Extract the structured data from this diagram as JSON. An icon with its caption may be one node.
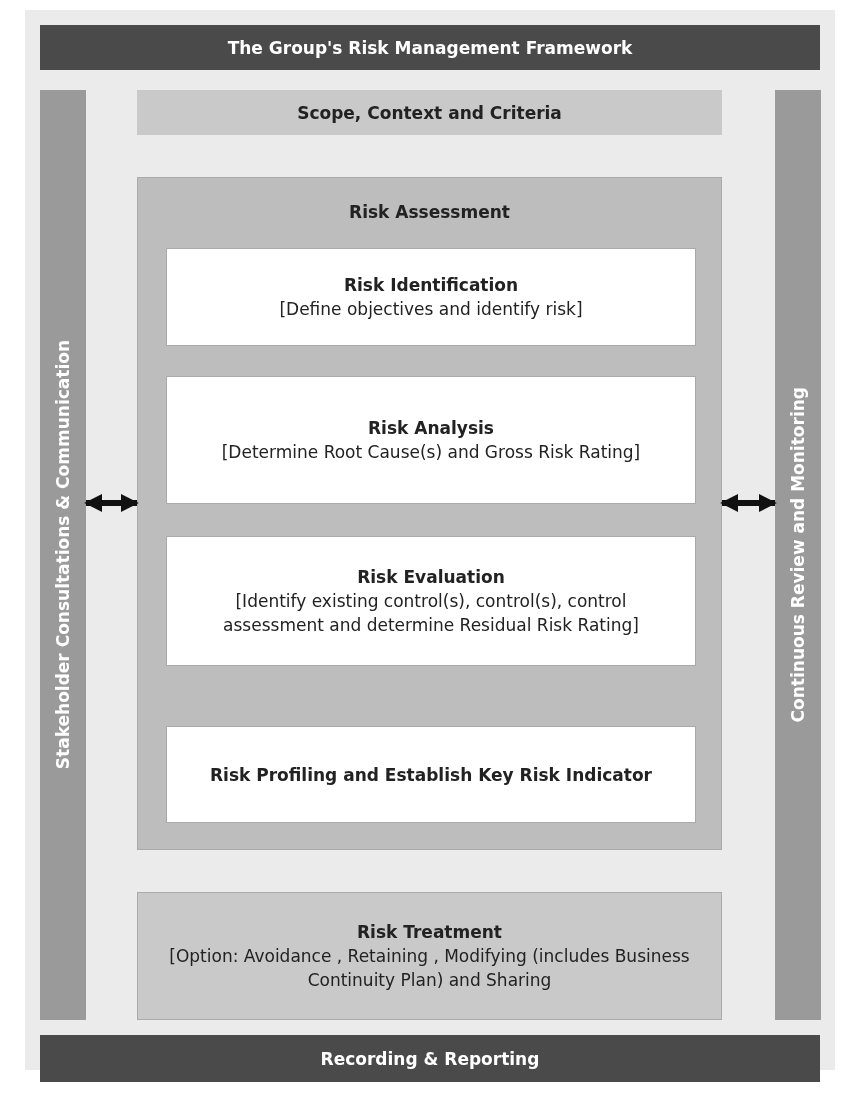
{
  "diagram": {
    "nodes": [
      {
        "text": [
          "The Group's Risk Management Framework"
        ]
      },
      {
        "text": [
          "Stakeholder Consultations & Communication"
        ]
      },
      {
        "text": [
          "Scope, Context and Criteria"
        ]
      },
      {
        "text": [
          "Risk Assessment"
        ]
      },
      {
        "text": [
          "Risk Identification",
          "[Define objectives and identify risk]"
        ],
        "in": 3
      },
      {
        "text": [
          "Risk Analysis",
          "[Determine Root Cause(s) and Gross Risk Rating]"
        ],
        "in": 3
      },
      {
        "text": [
          "Risk Evaluation",
          "[Identify existing control(s), control(s), control assessment and determine Residual Risk Rating]"
        ],
        "in": 3
      },
      {
        "text": [
          "Risk Profiling and Establish Key Risk Indicator"
        ],
        "in": 3
      },
      {
        "text": [
          "Risk Treatment",
          "[Option: Avoidance , Retaining , Modifying (includes Business Continuity Plan) and Sharing"
        ]
      },
      {
        "text": [
          "Continuous Review and Monitoring"
        ]
      },
      {
        "text": [
          "Recording & Reporting"
        ]
      }
    ],
    "edges": [
      {
        "from": 1,
        "to": 3,
        "arrow": "both"
      },
      {
        "from": 9,
        "to": 3,
        "arrow": "both"
      }
    ]
  }
}
